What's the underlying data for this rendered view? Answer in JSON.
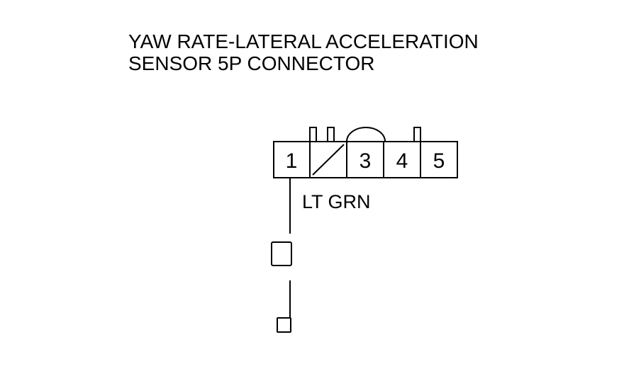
{
  "title": {
    "line1": "YAW RATE-LATERAL ACCELERATION",
    "line2": "SENSOR 5P CONNECTOR"
  },
  "connector": {
    "pins": [
      {
        "number": "1",
        "used": true
      },
      {
        "number": "",
        "used": false
      },
      {
        "number": "3",
        "used": true
      },
      {
        "number": "4",
        "used": true
      },
      {
        "number": "5",
        "used": true
      }
    ]
  },
  "wire": {
    "color_label": "LT GRN"
  }
}
